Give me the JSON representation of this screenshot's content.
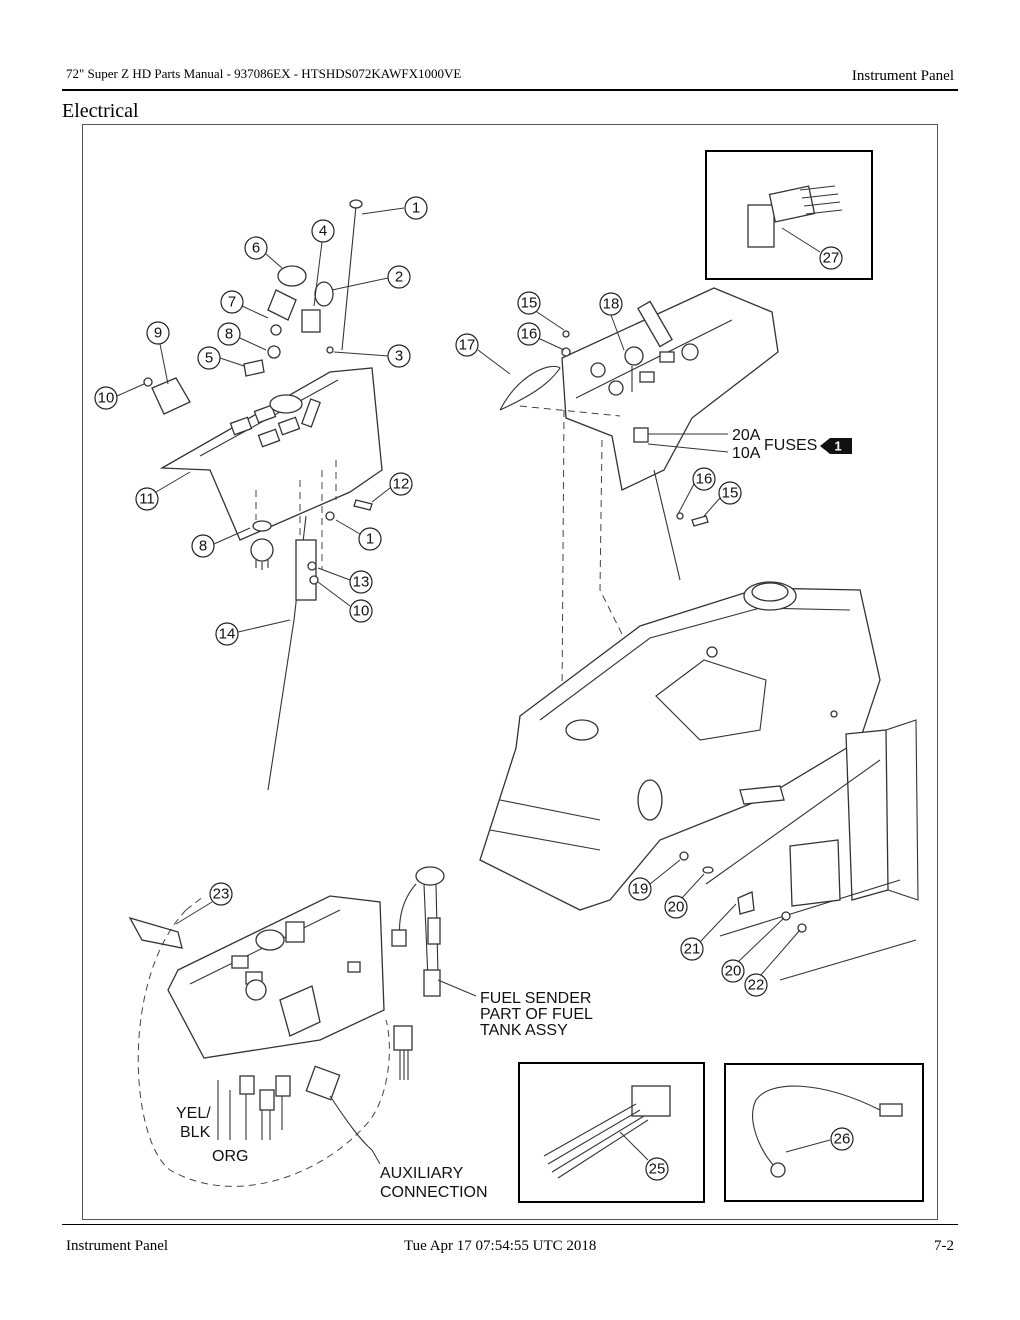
{
  "header": {
    "manual_title": "72\" Super Z HD Parts Manual - 937086EX - HTSHDS072KAWFX1000VE",
    "section_name": "Instrument Panel"
  },
  "section_title": "Electrical",
  "footer": {
    "left": "Instrument Panel",
    "center": "Tue Apr 17 07:54:55 UTC 2018",
    "right": "7-2"
  },
  "diagram": {
    "callouts": [
      "1",
      "2",
      "3",
      "4",
      "5",
      "6",
      "7",
      "8",
      "9",
      "10",
      "11",
      "12",
      "1",
      "8",
      "13",
      "10",
      "14",
      "15",
      "16",
      "17",
      "18",
      "16",
      "15",
      "19",
      "20",
      "21",
      "20",
      "22",
      "23",
      "25",
      "26",
      "27"
    ],
    "labels": {
      "fuse_20a": "20A",
      "fuse_10a": "10A",
      "fuses": "FUSES",
      "fuses_ref": "1",
      "fuel_sender_1": "FUEL SENDER",
      "fuel_sender_2": "PART OF FUEL",
      "fuel_sender_3": "TANK ASSY",
      "yel_1": "YEL/",
      "yel_2": "BLK",
      "org": "ORG",
      "aux_1": "AUXILIARY",
      "aux_2": "CONNECTION"
    }
  }
}
